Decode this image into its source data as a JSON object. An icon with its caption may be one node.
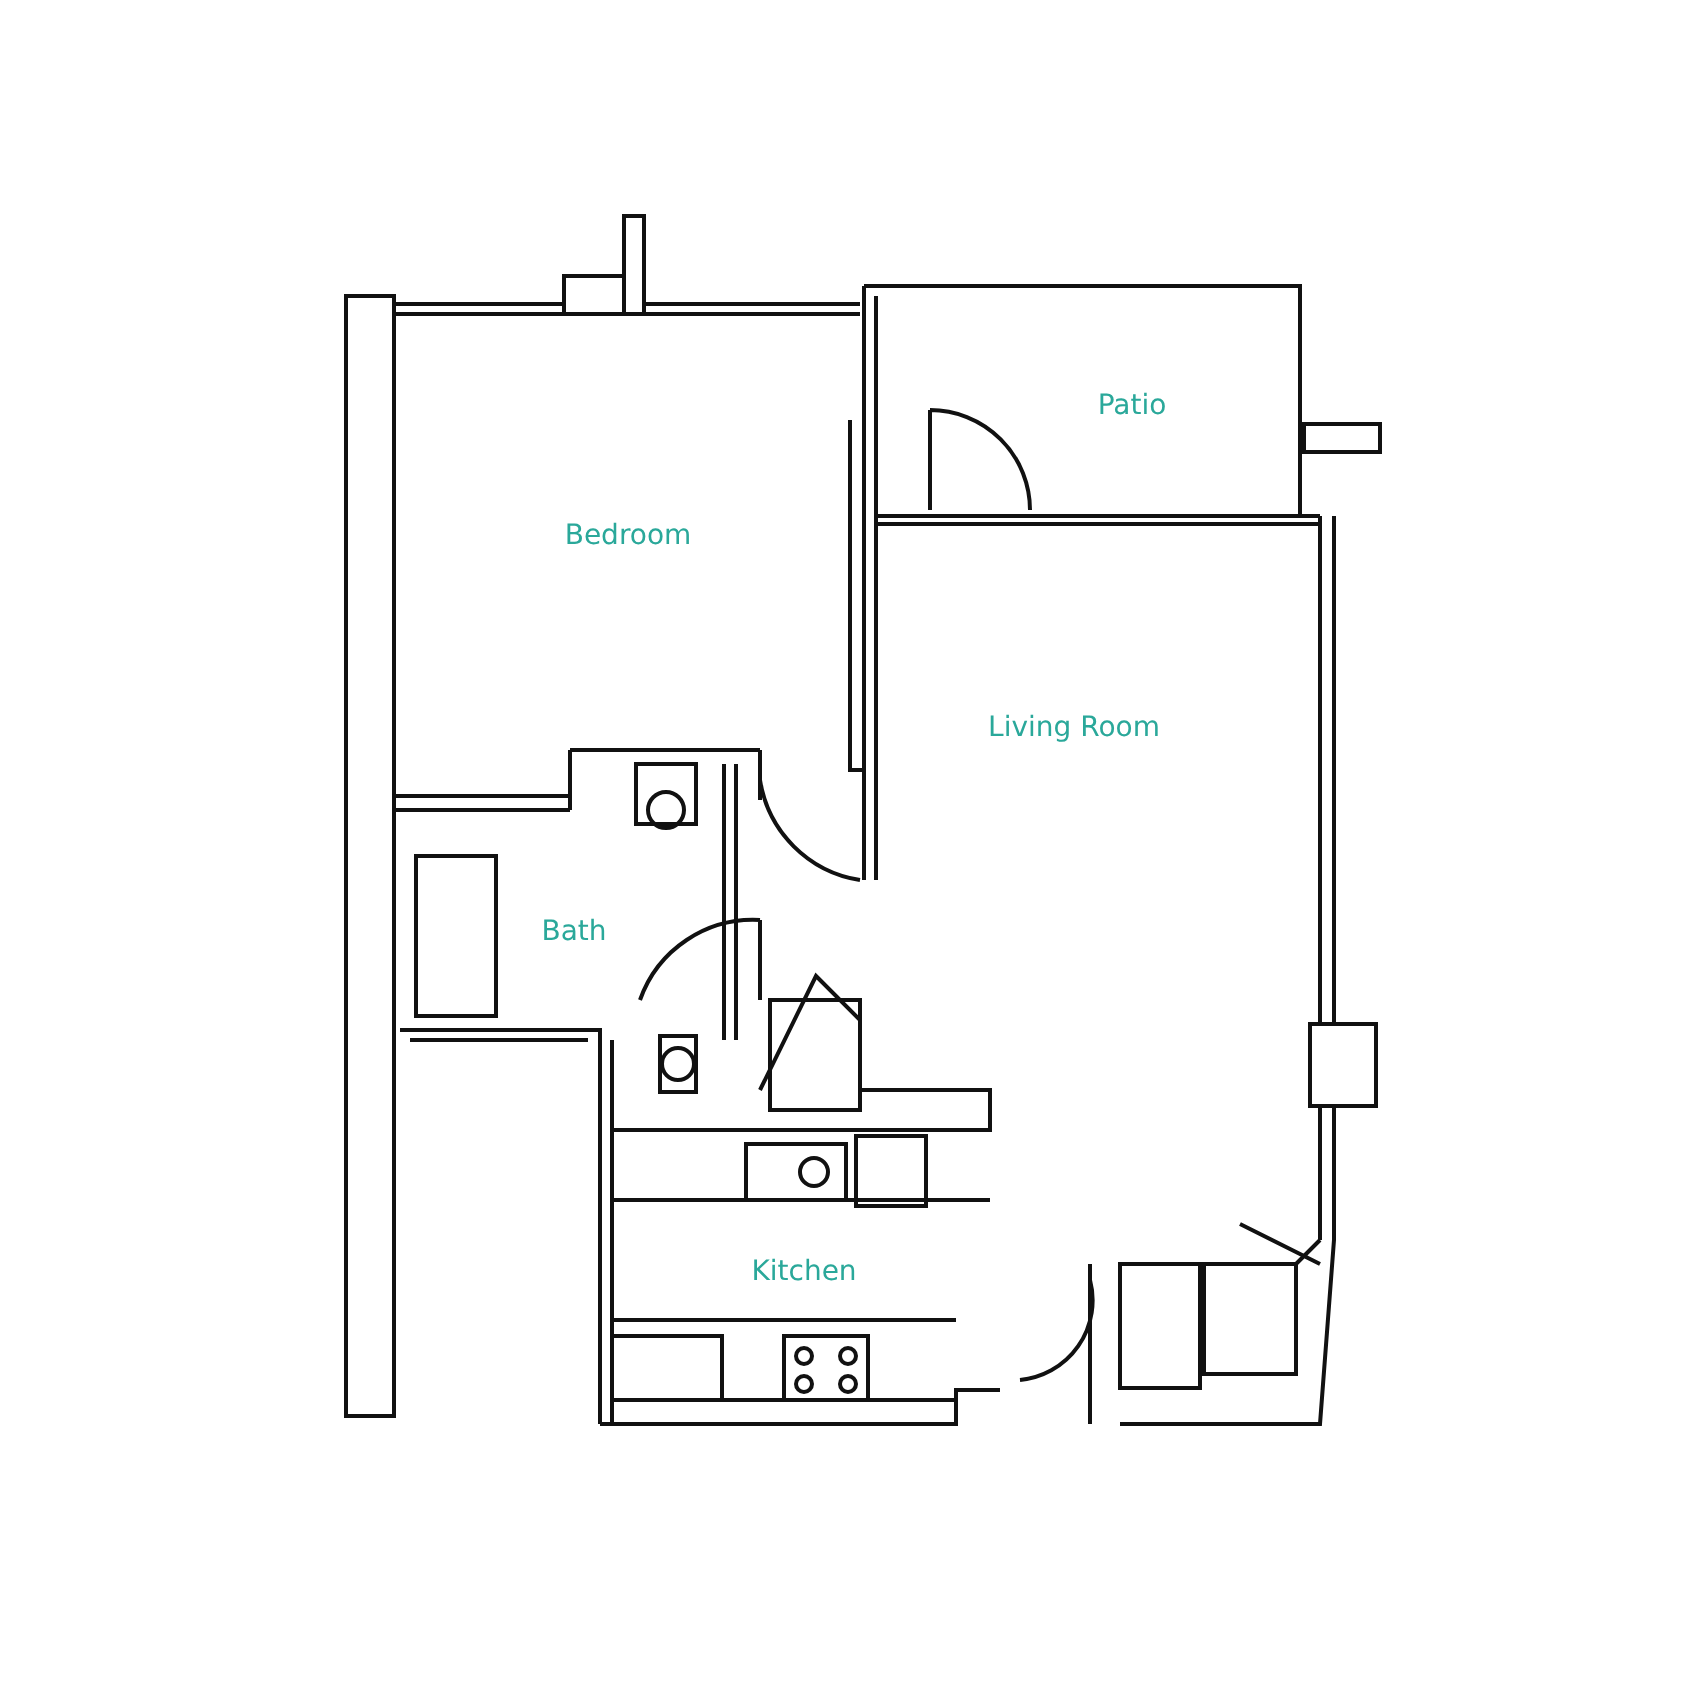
{
  "diagram": {
    "labels": [
      "Patio",
      "Bedroom",
      "Living Room",
      "Bath",
      "Kitchen"
    ]
  }
}
